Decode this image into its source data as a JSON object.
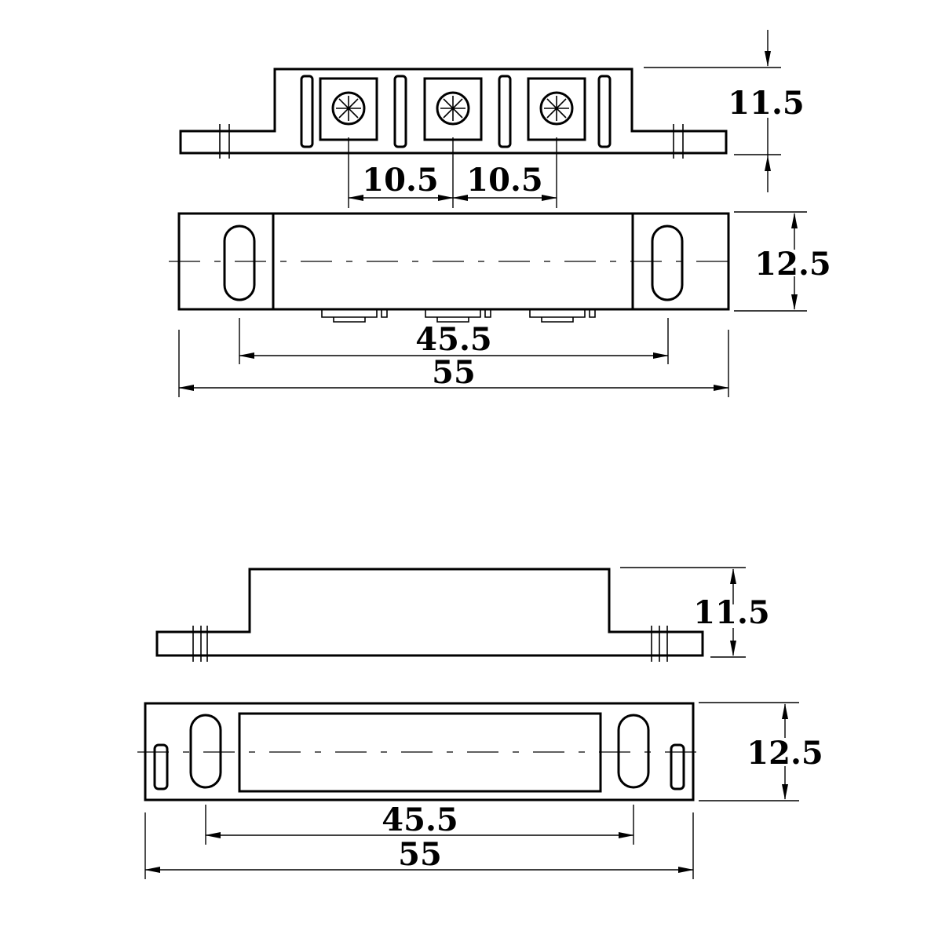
{
  "top_assembly": {
    "front_view": {
      "height_label": "11.5",
      "screw_spacing_left_label": "10.5",
      "screw_spacing_right_label": "10.5"
    },
    "top_view": {
      "width_label": "12.5",
      "hole_spacing_label": "45.5",
      "overall_length_label": "55"
    }
  },
  "bottom_assembly": {
    "front_view": {
      "height_label": "11.5"
    },
    "top_view": {
      "width_label": "12.5",
      "hole_spacing_label": "45.5",
      "overall_length_label": "55"
    }
  }
}
